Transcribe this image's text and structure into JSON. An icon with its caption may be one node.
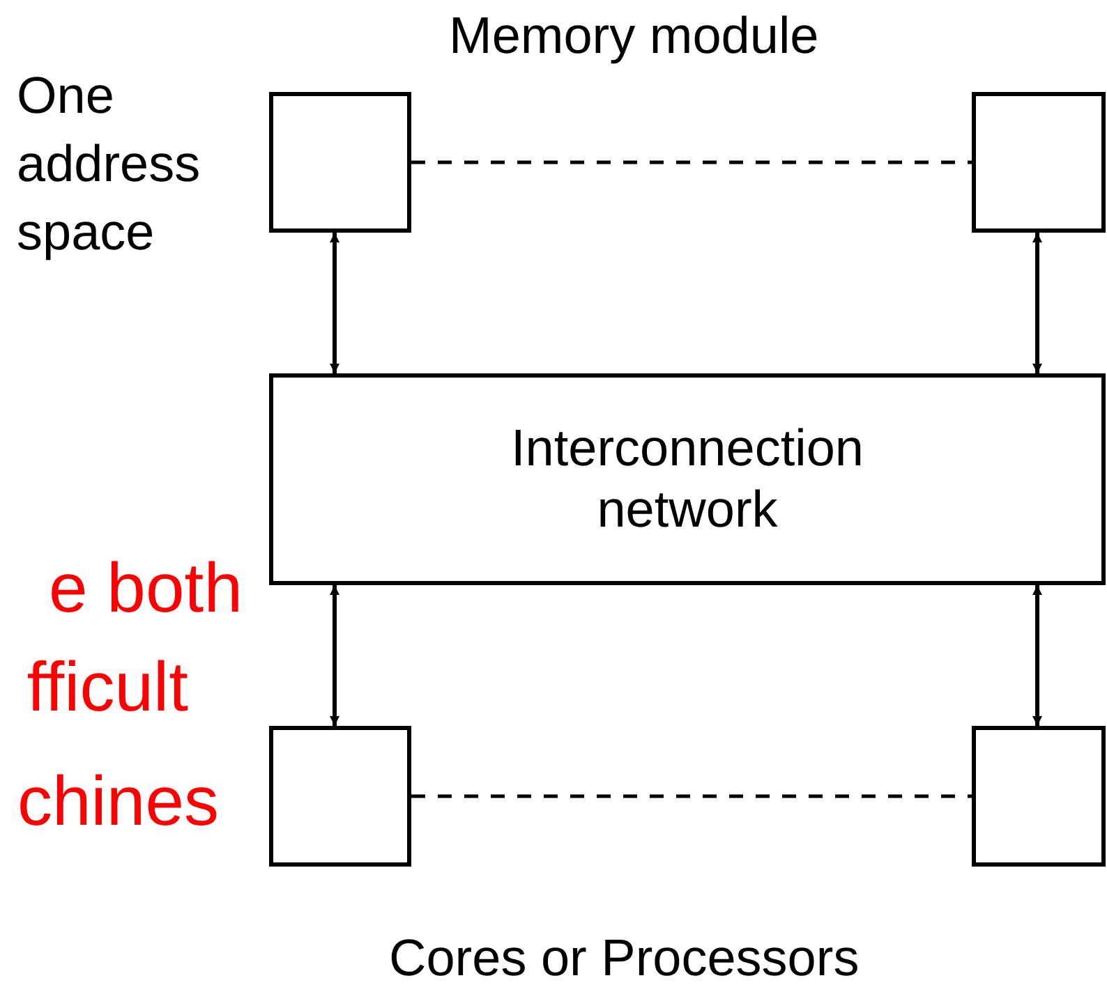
{
  "diagram": {
    "nodes": [
      {
        "text": [],
        "shape": "box"
      },
      {
        "text": [],
        "shape": "box"
      },
      {
        "text": [
          "Interconnection network"
        ]
      },
      {
        "text": [],
        "shape": "box"
      },
      {
        "text": [],
        "shape": "box"
      }
    ],
    "edges": [
      {
        "from": 0,
        "to": 1,
        "arrow": "none",
        "style": "dashed"
      },
      {
        "from": 0,
        "to": 2,
        "arrow": "both"
      },
      {
        "from": 1,
        "to": 2,
        "arrow": "both"
      },
      {
        "from": 2,
        "to": 3,
        "arrow": "both"
      },
      {
        "from": 2,
        "to": 4,
        "arrow": "both"
      },
      {
        "from": 3,
        "to": 4,
        "arrow": "none",
        "style": "dashed"
      }
    ],
    "labels": [
      "Memory module",
      "One address space",
      "e both",
      "fficult",
      "chines",
      "Cores or Processors"
    ]
  }
}
